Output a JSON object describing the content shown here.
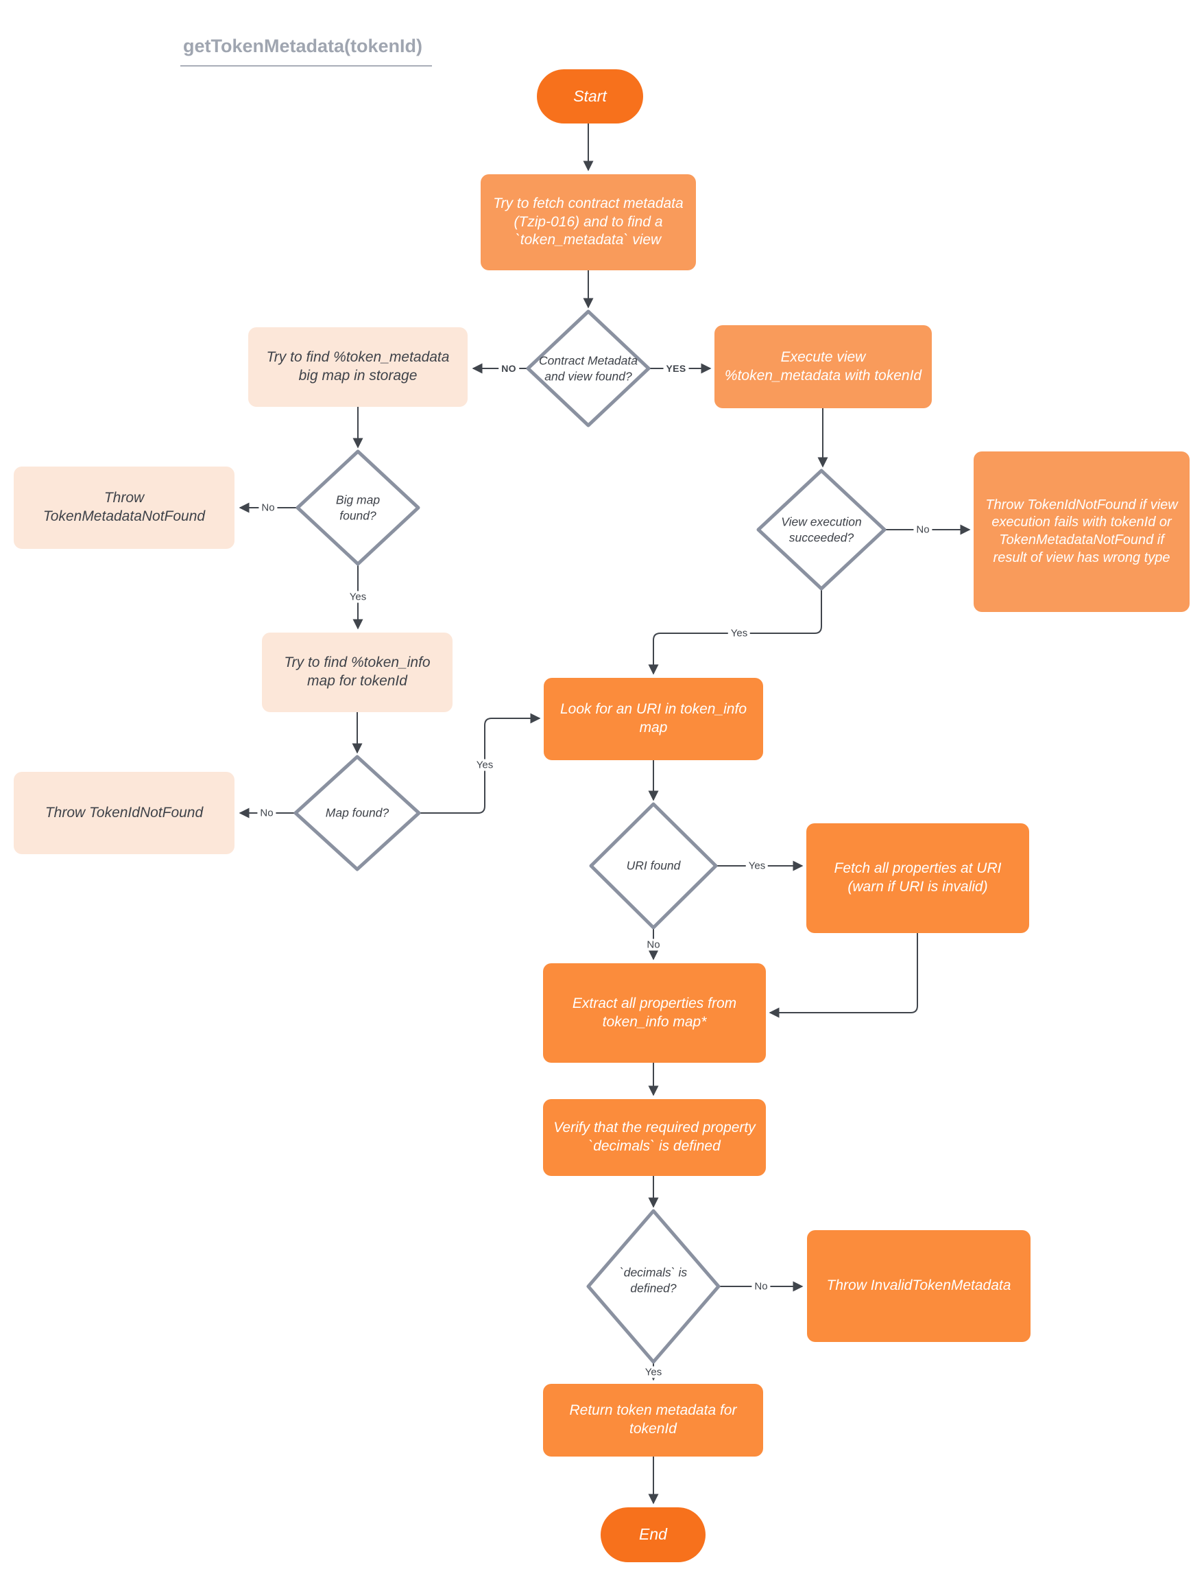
{
  "title": "getTokenMetadata(tokenId)",
  "palette": {
    "node_dark": "#f7711c",
    "node_medium": "#fb8c3c",
    "node_light": "#f99b5b",
    "node_pale": "#fce7d9",
    "diamond_border": "#8a91a0",
    "edge": "#40454c",
    "title": "#9fa5b0",
    "text_dark": "#3e4249",
    "text_light": "#ffffff"
  },
  "nodes": {
    "start": {
      "label": "Start"
    },
    "fetch_metadata": {
      "label": "Try to fetch contract metadata (Tzip-016) and to find a `token_metadata` view"
    },
    "contract_found": {
      "label": "Contract Metadata and view found?"
    },
    "find_big_map": {
      "label": "Try to find %token_metadata big map in storage"
    },
    "execute_view": {
      "label": "Execute view %token_metadata with tokenId"
    },
    "big_map_found": {
      "label": "Big map found?"
    },
    "throw_token_metadata_not_found": {
      "label": "Throw TokenMetadataNotFound"
    },
    "find_token_info": {
      "label": "Try to find %token_info map for tokenId"
    },
    "view_succeeded": {
      "label": "View execution succeeded?"
    },
    "throw_view_failed": {
      "label": "Throw TokenIdNotFound if view execution fails with tokenId or TokenMetadataNotFound if result of view has wrong type"
    },
    "map_found": {
      "label": "Map found?"
    },
    "throw_token_id_not_found": {
      "label": "Throw TokenIdNotFound"
    },
    "look_for_uri": {
      "label": "Look for an URI in token_info map"
    },
    "uri_found": {
      "label": "URI found"
    },
    "fetch_properties": {
      "label": "Fetch all properties at URI (warn if URI is invalid)"
    },
    "extract_properties": {
      "label": "Extract all properties from token_info map*"
    },
    "verify_decimals": {
      "label": "Verify that the required property `decimals` is defined"
    },
    "decimals_defined": {
      "label": "`decimals` is defined?"
    },
    "throw_invalid": {
      "label": "Throw InvalidTokenMetadata"
    },
    "return_metadata": {
      "label": "Return token metadata for tokenId"
    },
    "end": {
      "label": "End"
    }
  },
  "edge_labels": {
    "contract_no": "NO",
    "contract_yes": "YES",
    "big_map_no": "No",
    "big_map_yes": "Yes",
    "view_no": "No",
    "view_yes": "Yes",
    "map_no": "No",
    "map_yes": "Yes",
    "uri_yes": "Yes",
    "uri_no": "No",
    "decimals_no": "No",
    "decimals_yes": "Yes"
  }
}
